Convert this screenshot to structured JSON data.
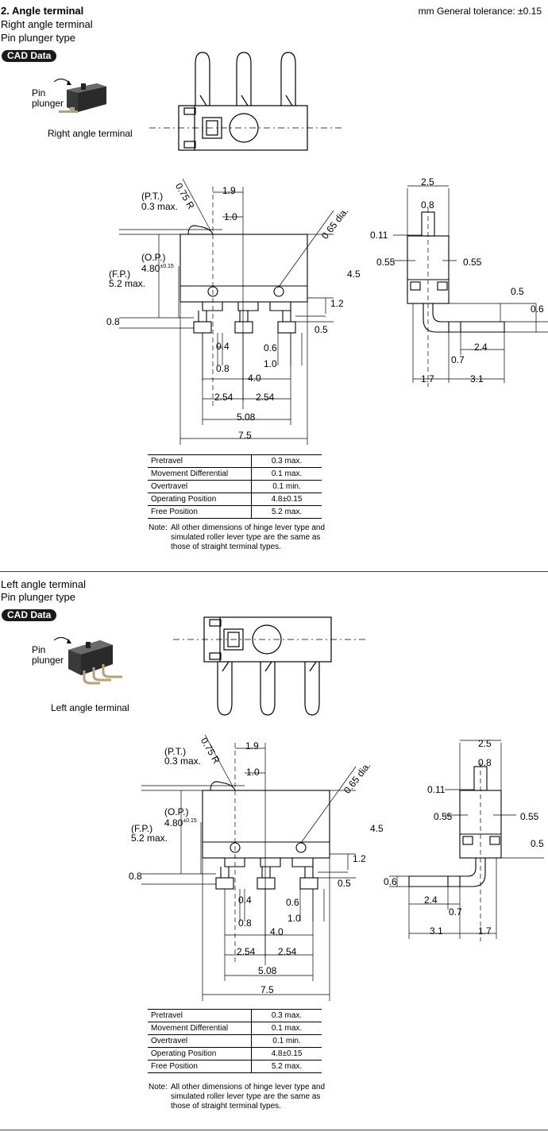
{
  "header": {
    "section_title": "2. Angle terminal",
    "tolerance": "mm General tolerance: ±0.15"
  },
  "sections": [
    {
      "subtitle1": "Right angle terminal",
      "subtitle2": "Pin plunger type",
      "badge": "CAD Data",
      "photo_label_1": "Pin",
      "photo_label_2": "plunger",
      "photo_caption": "Right angle terminal",
      "dims": {
        "pt_label": "(P.T.)",
        "pt_val": "0.3 max.",
        "op_label": "(O.P.)",
        "op_val": "4.80",
        "op_tol": "±0.15",
        "fp_label": "(F.P.)",
        "fp_val": "5.2 max.",
        "r": "0.75 R",
        "d1_9": "1.9",
        "d1_0": "1.0",
        "dia": "0.65 dia.",
        "d4_5": "4.5",
        "d1_2": "1.2",
        "d0_8": "0.8",
        "d0_5": "0.5",
        "d0_4": "0.4",
        "d0_6": "0.6",
        "d1_0b": "1.0",
        "d0_8b": "0.8",
        "d4_0": "4.0",
        "d2_54a": "2.54",
        "d2_54b": "2.54",
        "d5_08": "5.08",
        "d7_5": "7.5",
        "s2_5": "2.5",
        "s0_8": "0.8",
        "s0_11": "0.11",
        "s0_55a": "0.55",
        "s0_55b": "0.55",
        "s0_5": "0.5",
        "s0_6": "0.6",
        "s2_4": "2.4",
        "s0_7": "0.7",
        "s1_7": "1.7",
        "s3_1": "3.1"
      },
      "table": [
        {
          "k": "Pretravel",
          "v": "0.3 max."
        },
        {
          "k": "Movement Differential",
          "v": "0.1 max."
        },
        {
          "k": "Overtravel",
          "v": "0.1 min."
        },
        {
          "k": "Operating Position",
          "v": "4.8±0.15"
        },
        {
          "k": "Free Position",
          "v": "5.2 max."
        }
      ],
      "note_label": "Note:",
      "note_text": "All other dimensions of hinge lever type and simulated roller lever type are the same as those of straight terminal types."
    },
    {
      "subtitle1": "Left angle terminal",
      "subtitle2": "Pin plunger type",
      "badge": "CAD Data",
      "photo_label_1": "Pin",
      "photo_label_2": "plunger",
      "photo_caption": "Left angle terminal",
      "dims": {
        "pt_label": "(P.T.)",
        "pt_val": "0.3 max.",
        "op_label": "(O.P.)",
        "op_val": "4.80",
        "op_tol": "±0.15",
        "fp_label": "(F.P.)",
        "fp_val": "5.2 max.",
        "r": "0.75 R",
        "d1_9": "1.9",
        "d1_0": "1.0",
        "dia": "0.65 dia.",
        "d4_5": "4.5",
        "d1_2": "1.2",
        "d0_8": "0.8",
        "d0_5": "0.5",
        "d0_4": "0.4",
        "d0_6": "0.6",
        "d1_0b": "1.0",
        "d0_8b": "0.8",
        "d4_0": "4.0",
        "d2_54a": "2.54",
        "d2_54b": "2.54",
        "d5_08": "5.08",
        "d7_5": "7.5",
        "s2_5": "2.5",
        "s0_8": "0.8",
        "s0_11": "0.11",
        "s0_55a": "0.55",
        "s0_55b": "0.55",
        "s0_5": "0.5",
        "s0_6": "0.6",
        "s2_4": "2.4",
        "s0_7": "0.7",
        "s1_7": "1.7",
        "s3_1": "3.1"
      },
      "table": [
        {
          "k": "Pretravel",
          "v": "0.3 max."
        },
        {
          "k": "Movement Differential",
          "v": "0.1 max."
        },
        {
          "k": "Overtravel",
          "v": "0.1 min."
        },
        {
          "k": "Operating Position",
          "v": "4.8±0.15"
        },
        {
          "k": "Free Position",
          "v": "5.2 max."
        }
      ],
      "note_label": "Note:",
      "note_text": "All other dimensions of hinge lever type and simulated roller lever type are the same as those of straight terminal types."
    }
  ]
}
